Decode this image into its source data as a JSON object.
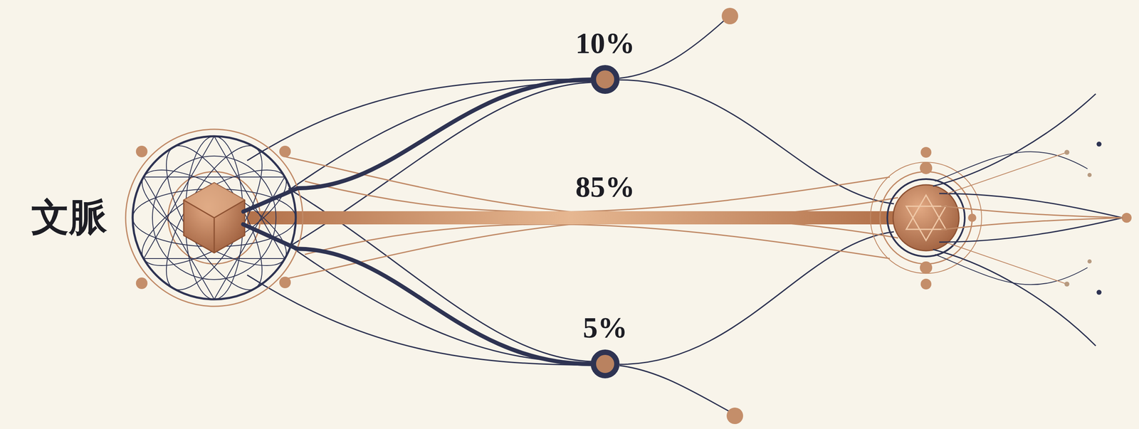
{
  "diagram": {
    "nodes": [
      {
        "text": [
          "文脈"
        ]
      },
      {
        "text": [
          "10%"
        ]
      },
      {
        "text": [
          "5%"
        ]
      }
    ],
    "edges": [
      {
        "from": 0,
        "to": 1,
        "arrow": "none"
      },
      {
        "from": 0,
        "to": 2,
        "arrow": "none"
      }
    ],
    "labels": [
      "85%"
    ]
  }
}
